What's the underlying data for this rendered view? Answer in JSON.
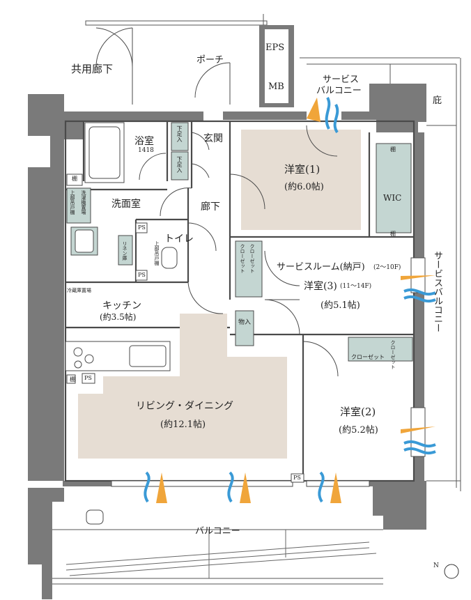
{
  "labels": {
    "common_corridor": "共用廊下",
    "porch": "ポーチ",
    "eps": "EPS",
    "mb": "MB",
    "service_balcony_top": "サービス",
    "service_balcony_top2": "バルコニー",
    "eaves": "庇",
    "bathroom": "浴室",
    "bathroom_size": "1418",
    "shoe_storage": "下足入",
    "entrance": "玄関",
    "western_room_1": "洋室(1)",
    "western_room_1_size": "(約6.0帖)",
    "shelf": "棚",
    "wic": "WIC",
    "washroom": "洗面室",
    "corridor": "廊下",
    "ps": "PS",
    "toilet": "トイレ",
    "upper_cabinet": "上部吊戸棚",
    "linen_cabinet": "リネン庫",
    "laundry_upper_cabinet": "上部吊戸棚",
    "laundry_space": "洗濯機置場",
    "fridge_space": "冷蔵庫置場",
    "closet": "クローゼット",
    "service_room": "サービスルーム(納戸)",
    "service_room_floors": "(2〜10F)",
    "western_room_3": "洋室(3)",
    "western_room_3_floors": "(11〜14F)",
    "western_room_3_size": "(約5.1帖)",
    "kitchen": "キッチン",
    "kitchen_size": "(約3.5帖)",
    "storage": "物入",
    "living_dining": "リビング・ダイニング",
    "living_dining_size": "(約12.1帖)",
    "western_room_2": "洋室(2)",
    "western_room_2_size": "(約5.2帖)",
    "service_balcony_right": "サービスバルコニー",
    "balcony": "バルコニー",
    "north": "N"
  },
  "colors": {
    "wall": "#7a7a7a",
    "wall_dark": "#6e6e6e",
    "line": "#4a4a4a",
    "floor_tan": "#e6ddd3",
    "fixture_teal": "#c4d6d2",
    "airflow_orange": "#f0a53a",
    "airflow_blue": "#3a9ad6"
  }
}
